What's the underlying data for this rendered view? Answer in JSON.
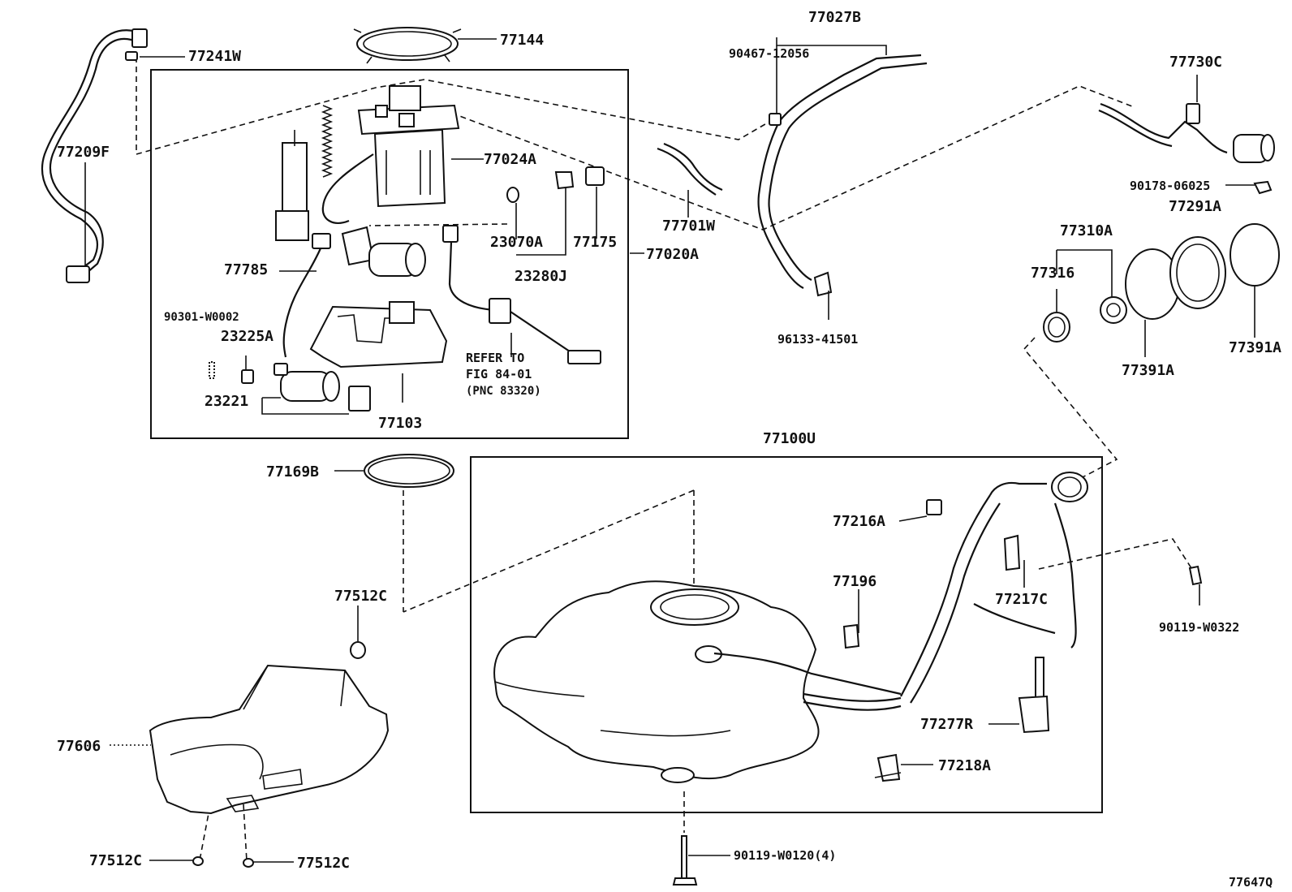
{
  "labels": {
    "p77241W": "77241W",
    "p77144": "77144",
    "p77027B": "77027B",
    "p90467": "90467-12056",
    "p77730C": "77730C",
    "p77209F": "77209F",
    "p77024A": "77024A",
    "p77701W": "77701W",
    "p90178": "90178-06025",
    "p77291A": "77291A",
    "p23070A": "23070A",
    "p77175": "77175",
    "p77310A": "77310A",
    "p77785": "77785",
    "p23280J": "23280J",
    "p77020A": "77020A",
    "p77316": "77316",
    "p77391A_r": "77391A",
    "p96133": "96133-41501",
    "p90301": "90301-W0002",
    "p23225A": "23225A",
    "p77391A_l": "77391A",
    "refer1": "REFER TO",
    "refer2": "FIG 84-01",
    "refer3": "(PNC 83320)",
    "p23221": "23221",
    "p77103": "77103",
    "p77100U": "77100U",
    "p77169B": "77169B",
    "p77216A": "77216A",
    "p77196": "77196",
    "p77512C_top": "77512C",
    "p77217C": "77217C",
    "p90119W0322": "90119-W0322",
    "p77606": "77606",
    "p77277R": "77277R",
    "p77218A": "77218A",
    "p77512C_bl": "77512C",
    "p77512C_br": "77512C",
    "p90119W0120": "90119-W0120(4)",
    "figure_id": "77647Q"
  }
}
